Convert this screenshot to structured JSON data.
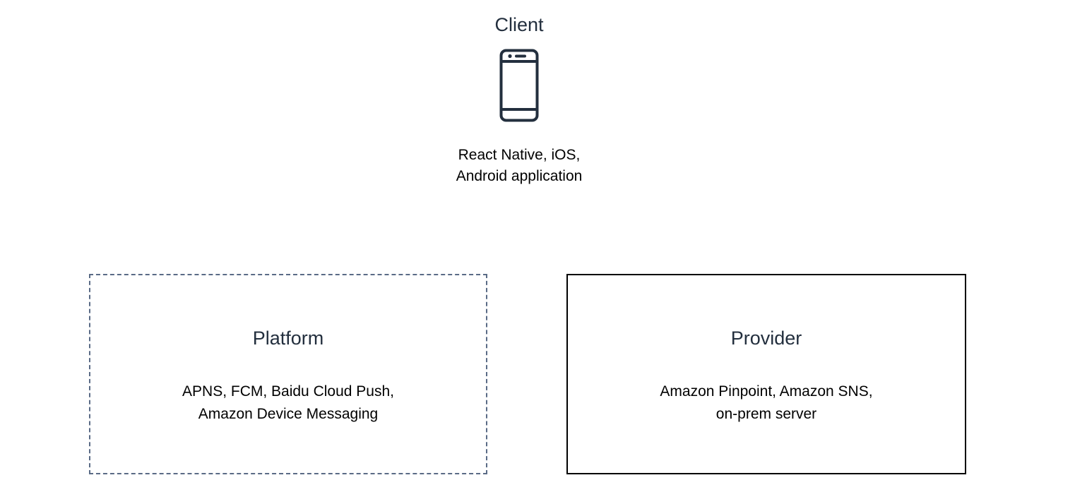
{
  "client": {
    "title": "Client",
    "icon": "mobile-phone-icon",
    "desc_line1": "React Native, iOS,",
    "desc_line2": "Android application"
  },
  "platform": {
    "title": "Platform",
    "desc_line1": "APNS, FCM, Baidu Cloud Push,",
    "desc_line2": "Amazon Device Messaging",
    "border_style": "dashed",
    "border_color": "#5a6b86"
  },
  "provider": {
    "title": "Provider",
    "desc_line1": "Amazon Pinpoint, Amazon SNS,",
    "desc_line2": "on-prem server",
    "border_style": "solid",
    "border_color": "#000000"
  },
  "colors": {
    "title_text": "#232f3e",
    "body_text": "#000000",
    "icon_stroke": "#232f3e"
  }
}
